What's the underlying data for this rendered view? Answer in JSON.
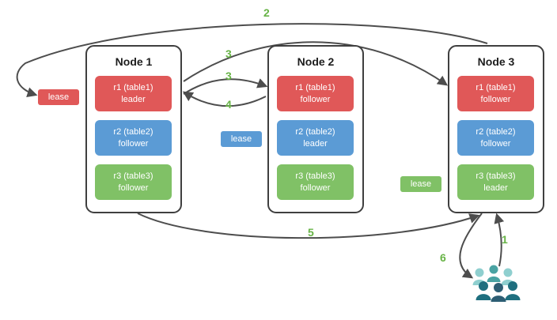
{
  "nodes": [
    {
      "title": "Node 1",
      "replicas": [
        {
          "name": "r1 (table1)",
          "role": "leader",
          "color": "red"
        },
        {
          "name": "r2 (table2)",
          "role": "follower",
          "color": "blue"
        },
        {
          "name": "r3 (table3)",
          "role": "follower",
          "color": "green"
        }
      ]
    },
    {
      "title": "Node 2",
      "replicas": [
        {
          "name": "r1 (table1)",
          "role": "follower",
          "color": "red"
        },
        {
          "name": "r2 (table2)",
          "role": "leader",
          "color": "blue"
        },
        {
          "name": "r3 (table3)",
          "role": "follower",
          "color": "green"
        }
      ]
    },
    {
      "title": "Node 3",
      "replicas": [
        {
          "name": "r1 (table1)",
          "role": "follower",
          "color": "red"
        },
        {
          "name": "r2 (table2)",
          "role": "follower",
          "color": "blue"
        },
        {
          "name": "r3 (table3)",
          "role": "leader",
          "color": "green"
        }
      ]
    }
  ],
  "leases": [
    {
      "label": "lease",
      "color": "#e05858"
    },
    {
      "label": "lease",
      "color": "#5b9bd5"
    },
    {
      "label": "lease",
      "color": "#80c166"
    }
  ],
  "steps": {
    "s1": "1",
    "s2": "2",
    "s3a": "3",
    "s3b": "3",
    "s4": "4",
    "s5": "5",
    "s6": "6"
  },
  "icons": {
    "users": "users-icon"
  },
  "colors": {
    "red": "#e05858",
    "blue": "#5b9bd5",
    "green": "#80c166",
    "step_label": "#67b346",
    "arrow": "#4d4d4d",
    "node_border": "#3f3f3f",
    "users_light": "#8fcfcf",
    "users_medium": "#4aa3a3",
    "users_dark": "#1f6f7f",
    "users_navy": "#2d5e74"
  }
}
